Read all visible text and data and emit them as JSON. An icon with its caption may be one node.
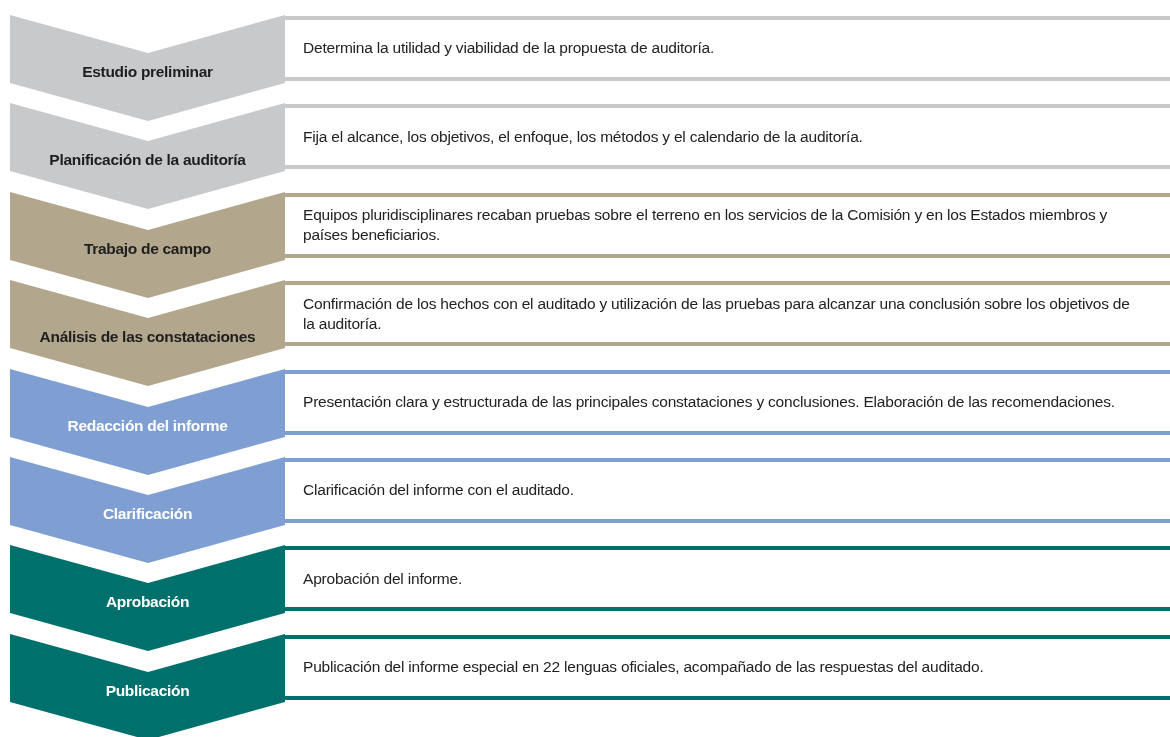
{
  "diagram": {
    "nodes": [
      {
        "text": [
          "Estudio preliminar"
        ]
      },
      {
        "text": [
          "Determina la utilidad y viabilidad de la propuesta de auditoría."
        ]
      },
      {
        "text": [
          "Planificación de la auditoría"
        ]
      },
      {
        "text": [
          "Fija el alcance, los objetivos, el enfoque, los métodos y el calendario de la auditoría."
        ]
      },
      {
        "text": [
          "Trabajo de campo"
        ]
      },
      {
        "text": [
          "Equipos pluridisciplinares recaban pruebas sobre el terreno en los servicios de la Comisión y en los Estados miembros y países beneficiarios."
        ]
      },
      {
        "text": [
          "Análisis de las constataciones"
        ]
      },
      {
        "text": [
          "Confirmación de los hechos con el auditado y utilización de las pruebas para alcanzar una conclusión sobre los objetivos de la auditoría."
        ]
      },
      {
        "text": [
          "Redacción del informe"
        ]
      },
      {
        "text": [
          "Presentación clara y estructurada de las principales constataciones y conclusiones. Elaboración de las recomendaciones."
        ]
      },
      {
        "text": [
          "Clarificación"
        ]
      },
      {
        "text": [
          "Clarificación del informe con el auditado."
        ]
      },
      {
        "text": [
          "Aprobación"
        ]
      },
      {
        "text": [
          "Aprobación del informe."
        ]
      },
      {
        "text": [
          "Publicación"
        ]
      },
      {
        "text": [
          "Publicación del informe especial en 22 lenguas oficiales, acompañado de las respuestas del auditado."
        ]
      }
    ]
  }
}
